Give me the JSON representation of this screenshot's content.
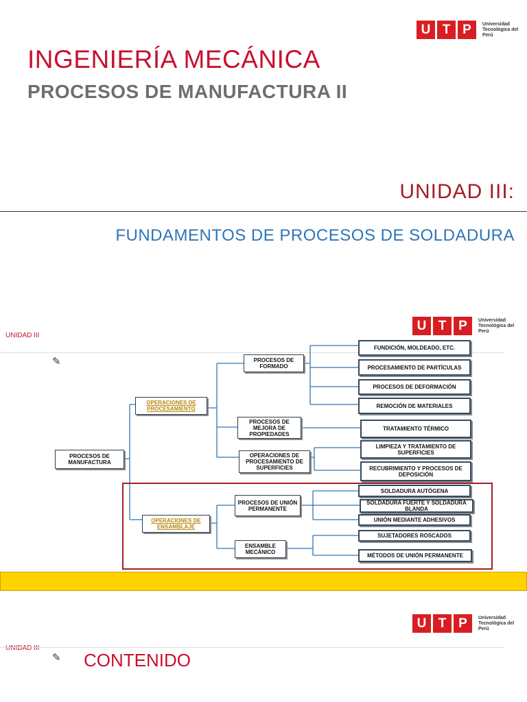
{
  "logo": {
    "u": "U",
    "t": "T",
    "p": "P",
    "university": "Universidad Tecnológica del Perú"
  },
  "slide1": {
    "title": "INGENIERÍA MECÁNICA",
    "subtitle": "PROCESOS DE MANUFACTURA II",
    "unit": "UNIDAD III:",
    "topic": "FUNDAMENTOS DE PROCESOS DE SOLDADURA"
  },
  "slide2": {
    "unit_label": "UNIDAD III",
    "pin_icon": "pushpin-icon",
    "root": "PROCESOS DE MANUFACTURA",
    "level1": [
      "OPERACIONES DE PROCESAMIENTO",
      "OPERACIONES DE ENSAMBLAJE"
    ],
    "level2": [
      "PROCESOS DE FORMADO",
      "PROCESOS DE MEJORA DE PROPIEDADES",
      "OPERACIONES DE PROCESAMIENTO DE SUPERFICIES",
      "PROCESOS DE UNIÓN PERMANENTE",
      "ENSAMBLE MECÁNICO"
    ],
    "leaves": [
      "FUNDICIÓN, MOLDEADO, ETC.",
      "PROCESAMIENTO DE PARTÍCULAS",
      "PROCESOS DE DEFORMACIÓN",
      "REMOCIÓN DE MATERIALES",
      "TRATAMIENTO TÉRMICO",
      "LIMPIEZA Y TRATAMIENTO DE SUPERFICIES",
      "RECUBRIMIENTO Y PROCESOS DE DEPOSICIÓN",
      "SOLDADURA AUTÓGENA",
      "SOLDADURA FUERTE Y SOLDADURA BLANDA",
      "UNIÓN MEDIANTE ADHESIVOS",
      "SUJETADORES ROSCADOS",
      "MÉTODOS DE UNIÓN PERMANENTE"
    ],
    "colors": {
      "frame": "#a31d24",
      "bar": "#ffd200",
      "lines": "#2e75b6"
    }
  },
  "slide3": {
    "unit_label": "UNIDAD III",
    "heading": "CONTENIDO"
  }
}
